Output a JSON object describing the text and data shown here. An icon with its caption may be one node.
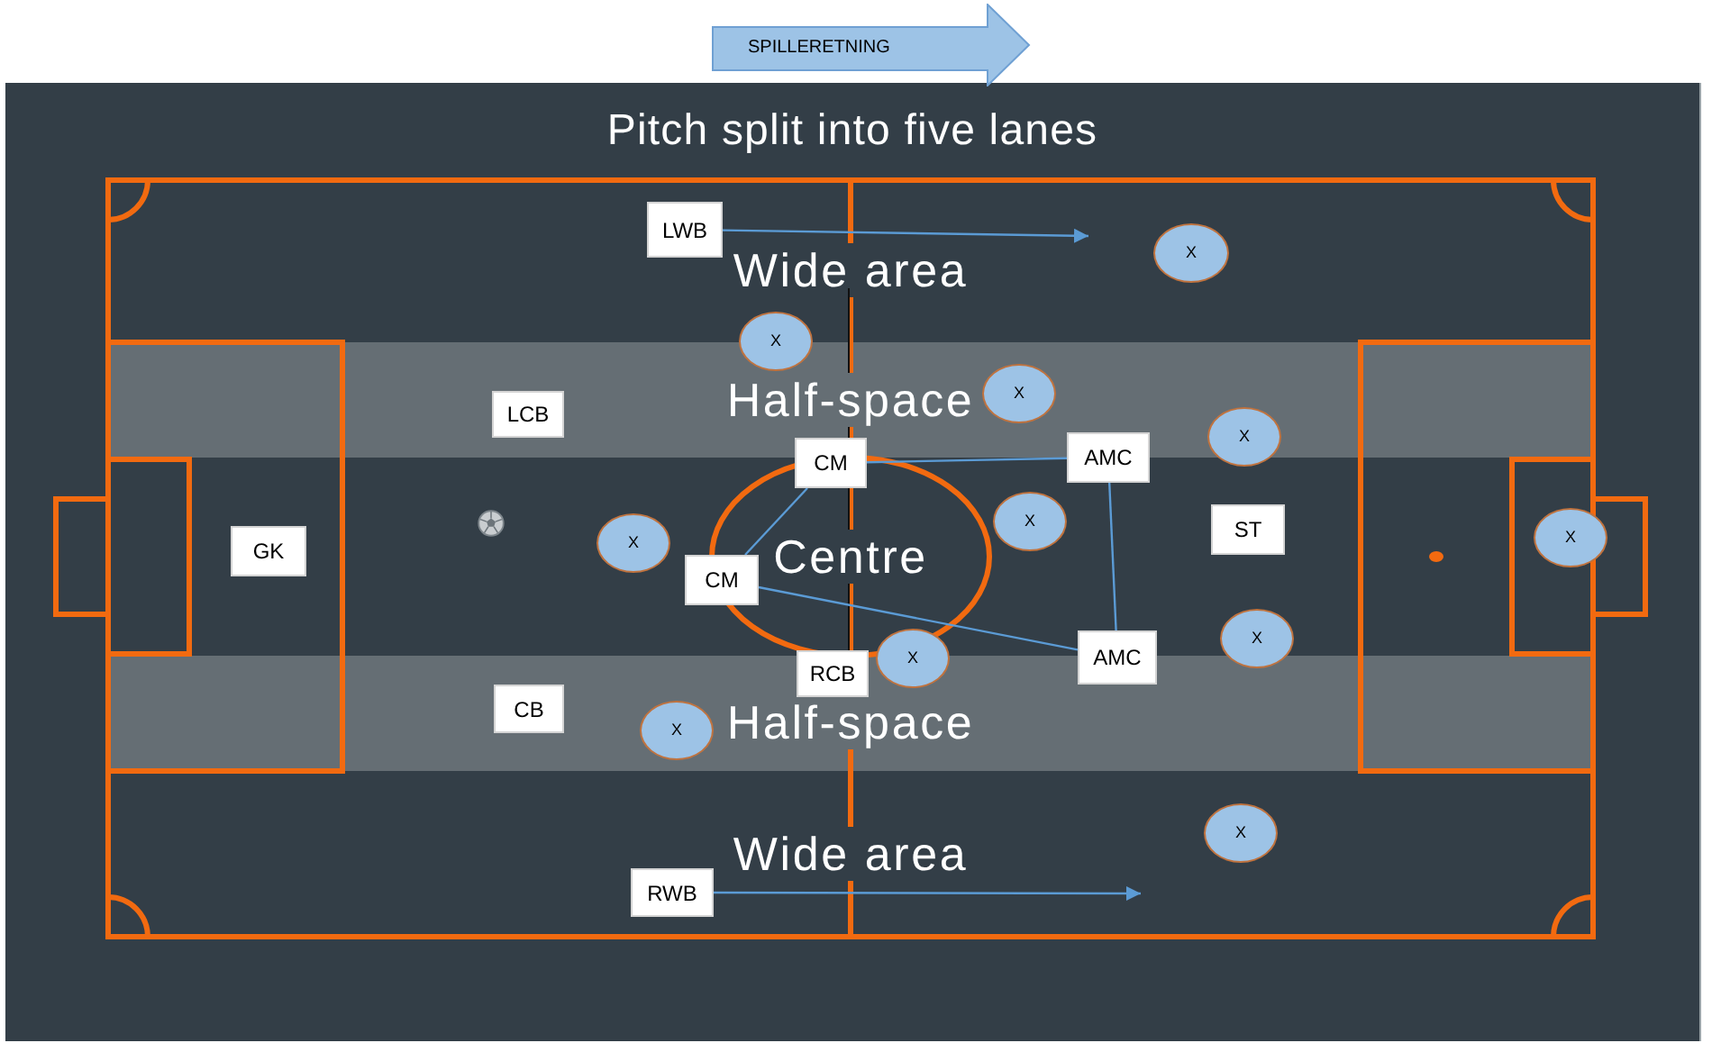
{
  "diagram": {
    "title": "Pitch split into five lanes",
    "nodes": [
      {
        "text": [
          "SPILLERETNING"
        ]
      },
      {
        "text": [
          "LWB"
        ]
      },
      {
        "text": [
          "X"
        ]
      },
      {
        "text": [
          "X"
        ]
      },
      {
        "text": [
          "LCB"
        ]
      },
      {
        "text": [
          "X"
        ]
      },
      {
        "text": [
          "CM"
        ]
      },
      {
        "text": [
          "AMC"
        ]
      },
      {
        "text": [
          "X"
        ]
      },
      {
        "text": [
          "ST"
        ]
      },
      {
        "text": [
          "GK"
        ]
      },
      {
        "text": [
          "X"
        ]
      },
      {
        "text": [
          "X"
        ]
      },
      {
        "text": [
          "CM"
        ]
      },
      {
        "text": [
          "X"
        ]
      },
      {
        "text": [
          "X"
        ]
      },
      {
        "text": [
          "AMC"
        ]
      },
      {
        "text": [
          "X"
        ]
      },
      {
        "text": [
          "RCB"
        ]
      },
      {
        "text": [
          "CB"
        ]
      },
      {
        "text": [
          "X"
        ]
      },
      {
        "text": [
          "X"
        ]
      },
      {
        "text": [
          "RWB"
        ]
      }
    ],
    "edges": [
      {
        "from": 1,
        "to": null,
        "arrow": "to"
      },
      {
        "from": 6,
        "to": 7,
        "arrow": "none"
      },
      {
        "from": 6,
        "to": 13,
        "arrow": "none"
      },
      {
        "from": 13,
        "to": 16,
        "arrow": "none"
      },
      {
        "from": 7,
        "to": 16,
        "arrow": "none"
      },
      {
        "from": 22,
        "to": null,
        "arrow": "to"
      }
    ],
    "labels": [
      "Wide area",
      "Half-space",
      "Centre",
      "Half-space",
      "Wide area"
    ]
  }
}
